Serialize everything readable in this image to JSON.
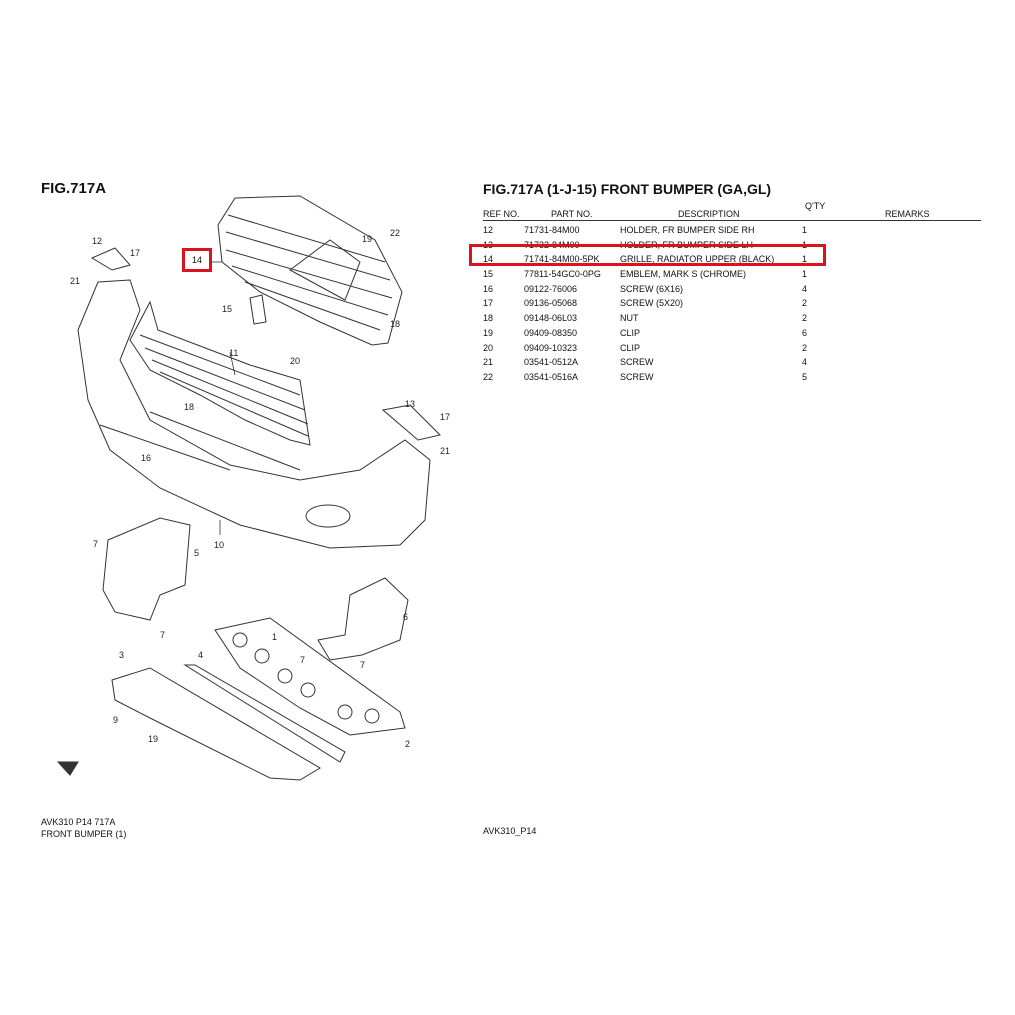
{
  "figure": {
    "title": "FIG.717A",
    "heading": "FIG.717A (1-J-15) FRONT BUMPER (GA,GL)",
    "footer_left_line1": "AVK310 P14 717A",
    "footer_left_line2": "FRONT BUMPER (1)",
    "footer_right": "AVK310_P14"
  },
  "table": {
    "headers": {
      "ref": "REF NO.",
      "part": "PART NO.",
      "desc": "DESCRIPTION",
      "qty": "Q'TY",
      "remarks": "REMARKS"
    },
    "rows": [
      {
        "ref": "12",
        "part": "71731-84M00",
        "desc": "HOLDER, FR BUMPER SIDE RH",
        "qty": "1"
      },
      {
        "ref": "13",
        "part": "71732-84M00",
        "desc": "HOLDER, FR BUMPER SIDE LH",
        "qty": "1"
      },
      {
        "ref": "14",
        "part": "71741-84M00-5PK",
        "desc": "GRILLE, RADIATOR UPPER (BLACK)",
        "qty": "1"
      },
      {
        "ref": "15",
        "part": "77811-54GC0-0PG",
        "desc": "EMBLEM, MARK S (CHROME)",
        "qty": "1"
      },
      {
        "ref": "16",
        "part": "09122-76006",
        "desc": "SCREW (6X16)",
        "qty": "4"
      },
      {
        "ref": "17",
        "part": "09136-05068",
        "desc": "SCREW (5X20)",
        "qty": "2"
      },
      {
        "ref": "18",
        "part": "09148-06L03",
        "desc": "NUT",
        "qty": "2"
      },
      {
        "ref": "19",
        "part": "09409-08350",
        "desc": "CLIP",
        "qty": "6"
      },
      {
        "ref": "20",
        "part": "09409-10323",
        "desc": "CLIP",
        "qty": "2"
      },
      {
        "ref": "21",
        "part": "03541-0512A",
        "desc": "SCREW",
        "qty": "4"
      },
      {
        "ref": "22",
        "part": "03541-0516A",
        "desc": "SCREW",
        "qty": "5"
      }
    ]
  },
  "diagram": {
    "callouts": {
      "c1": "1",
      "c2": "2",
      "c3": "3",
      "c4": "4",
      "c5": "5",
      "c6": "6",
      "c7a": "7",
      "c7b": "7",
      "c7c": "7",
      "c7d": "7",
      "c9": "9",
      "c10": "10",
      "c11": "11",
      "c12": "12",
      "c13": "13",
      "c14": "14",
      "c15": "15",
      "c16": "16",
      "c17a": "17",
      "c17b": "17",
      "c18a": "18",
      "c18b": "18",
      "c19a": "19",
      "c19b": "19",
      "c20": "20",
      "c21a": "21",
      "c21b": "21",
      "c22": "22"
    }
  },
  "colors": {
    "highlight": "#d9141e",
    "line": "#333333"
  }
}
